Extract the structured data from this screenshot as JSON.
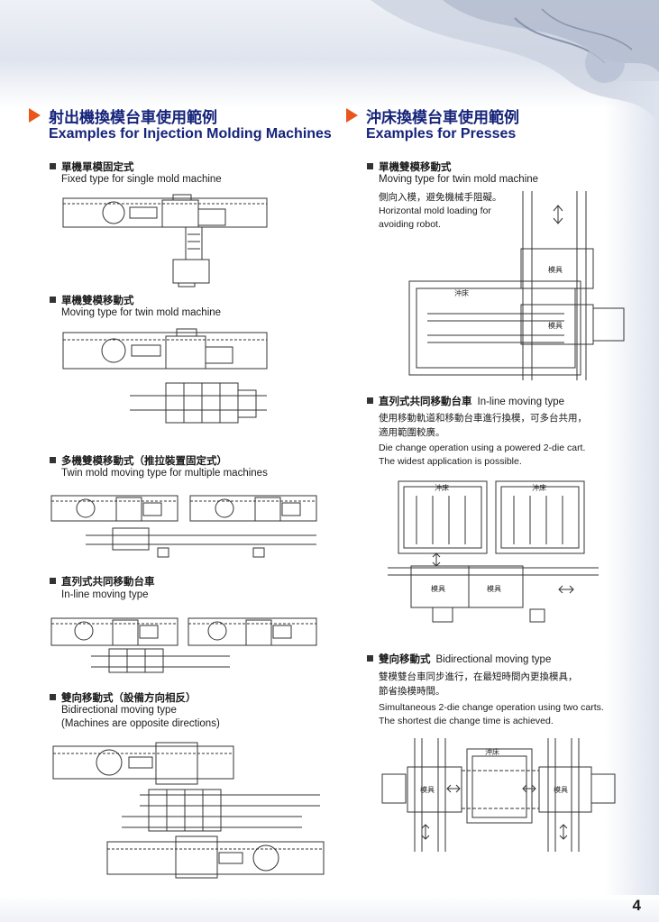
{
  "left": {
    "title_zh": "射出機換模台車使用範例",
    "title_en": "Examples for Injection Molding Machines",
    "sections": [
      {
        "zh": "單機單模固定式",
        "en": "Fixed type for single mold machine"
      },
      {
        "zh": "單機雙模移動式",
        "en": "Moving type for twin mold machine"
      },
      {
        "zh": "多機雙模移動式（推拉裝置固定式）",
        "en": "Twin mold moving type for multiple machines"
      },
      {
        "zh": "直列式共同移動台車",
        "en": "In-line moving type"
      },
      {
        "zh": "雙向移動式（設備方向相反）",
        "en": "Bidirectional moving type",
        "en2": "(Machines are opposite directions)"
      }
    ]
  },
  "right": {
    "title_zh": "沖床換模台車使用範例",
    "title_en": "Examples for Presses",
    "sections": [
      {
        "zh": "單機雙模移動式",
        "en": "Moving type for twin mold machine",
        "note_zh": "側向入模，避免機械手阻礙。",
        "note_en1": "Horizontal mold loading for",
        "note_en2": "avoiding robot."
      },
      {
        "zh": "直列式共同移動台車",
        "en_inline": "In-line moving type",
        "note_zh1": "使用移動軌道和移動台車進行換模，可多台共用，",
        "note_zh2": "適用範圍較廣。",
        "note_en1": "Die change operation using a powered 2-die cart.",
        "note_en2": "The widest application is possible."
      },
      {
        "zh": "雙向移動式",
        "en_inline": "Bidirectional moving type",
        "note_zh1": "雙模雙台車同步進行，在最短時間內更換模具，",
        "note_zh2": "節省換模時間。",
        "note_en1": "Simultaneous 2-die change operation using two carts.",
        "note_en2": "The shortest die change time is achieved."
      }
    ]
  },
  "labels": {
    "press": "沖床",
    "mold": "模具"
  },
  "page_number": "4",
  "colors": {
    "title": "#15237a",
    "arrow": "#e8561c"
  }
}
